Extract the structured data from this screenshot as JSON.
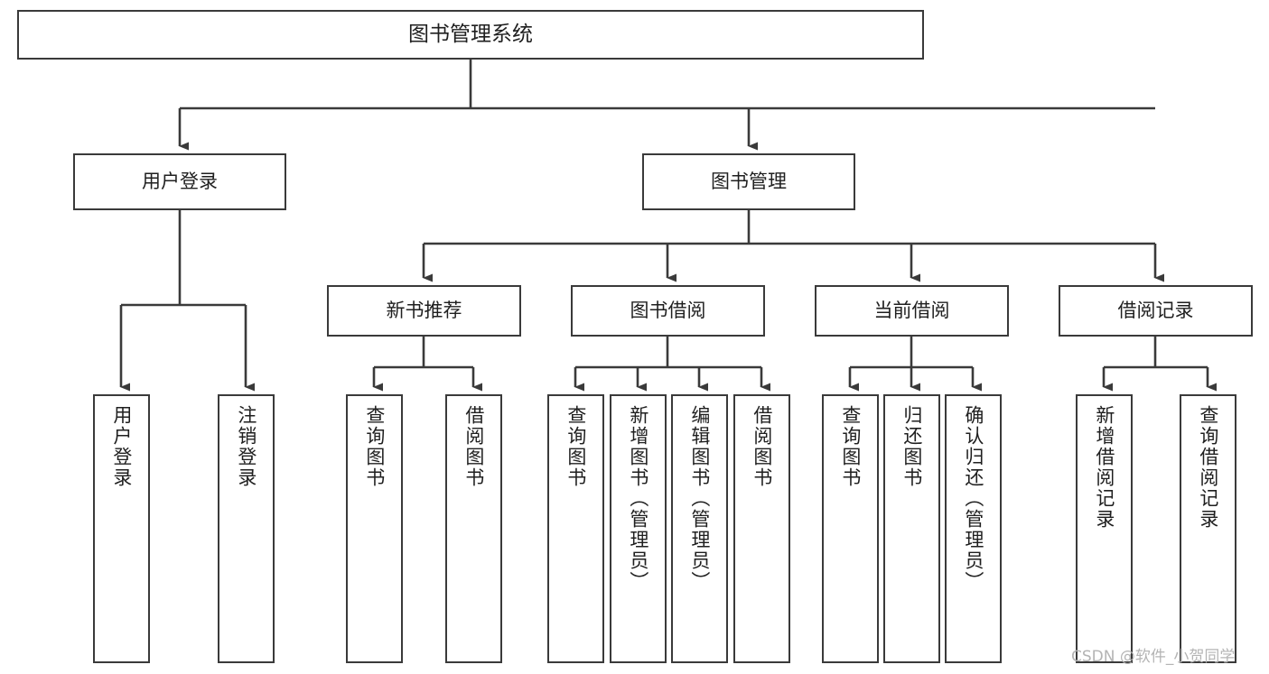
{
  "diagram": {
    "type": "org-tree",
    "title": "图书管理系统",
    "root": {
      "label": "图书管理系统"
    },
    "level1": [
      {
        "label": "用户登录"
      },
      {
        "label": "图书管理"
      }
    ],
    "level2": [
      {
        "label": "新书推荐"
      },
      {
        "label": "图书借阅"
      },
      {
        "label": "当前借阅"
      },
      {
        "label": "借阅记录"
      }
    ],
    "leaves": {
      "user_login": [
        {
          "label": "用户登录"
        },
        {
          "label": "注销登录"
        }
      ],
      "new_book_recommend": [
        {
          "label": "查询图书"
        },
        {
          "label": "借阅图书"
        }
      ],
      "book_borrow": [
        {
          "label": "查询图书"
        },
        {
          "label": "新增图书（管理员）"
        },
        {
          "label": "编辑图书（管理员）"
        },
        {
          "label": "借阅图书"
        }
      ],
      "current_borrow": [
        {
          "label": "查询图书"
        },
        {
          "label": "归还图书"
        },
        {
          "label": "确认归还（管理员）"
        }
      ],
      "borrow_record": [
        {
          "label": "新增借阅记录"
        },
        {
          "label": "查询借阅记录"
        }
      ]
    }
  },
  "watermark": {
    "text": "CSDN @软件_小贺同学"
  },
  "colors": {
    "border": "#3a3a3a",
    "text": "#1f1f1f",
    "background": "#ffffff",
    "watermark": "#b4b4b4"
  }
}
